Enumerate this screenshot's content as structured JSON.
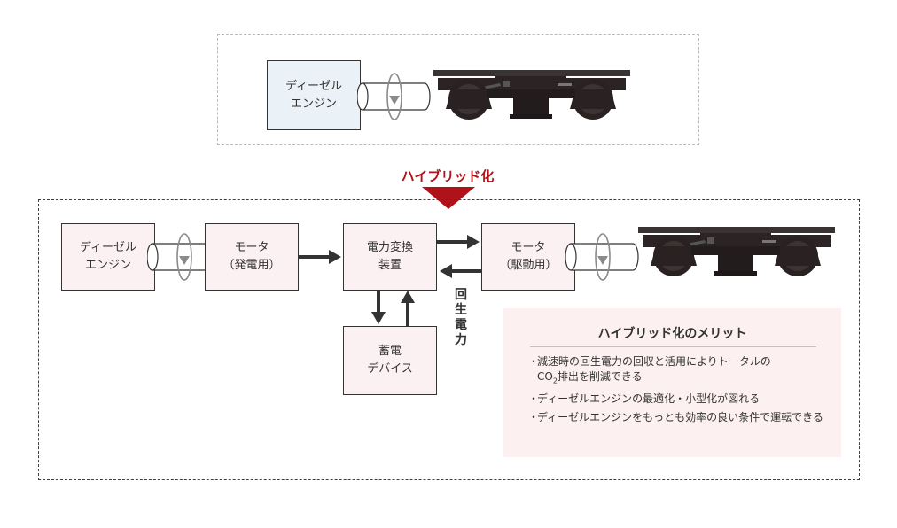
{
  "top_section": {
    "engine_box": {
      "line1": "ディーゼル",
      "line2": "エンジン"
    }
  },
  "transition": {
    "label": "ハイブリッド化"
  },
  "hybrid_section": {
    "engine_box": {
      "line1": "ディーゼル",
      "line2": "エンジン"
    },
    "generator_motor": {
      "line1": "モータ",
      "line2": "（発電用）"
    },
    "power_converter": {
      "line1": "電力変換",
      "line2": "装置"
    },
    "drive_motor": {
      "line1": "モータ",
      "line2": "（駆動用）"
    },
    "storage_device": {
      "line1": "蓄電",
      "line2": "デバイス"
    },
    "regenerative_label": [
      "回",
      "生",
      "電",
      "力"
    ]
  },
  "merits": {
    "title": "ハイブリッド化のメリット",
    "items": [
      {
        "line1": "減速時の回生電力の回収と活用によりトータルの",
        "line2_pre": "CO",
        "line2_sub": "2",
        "line2_post": "排出を削減できる"
      },
      {
        "text": "ディーゼルエンジンの最適化・小型化が図れる"
      },
      {
        "text": "ディーゼルエンジンをもっとも効率の良い条件で運転できる"
      }
    ]
  },
  "colors": {
    "accent": "#b0121a",
    "engine_box_top": "#eaf2f7",
    "box_pink": "#fcf1f2",
    "merit_bg": "#fdf0f0",
    "bogie": "#2e2626"
  }
}
